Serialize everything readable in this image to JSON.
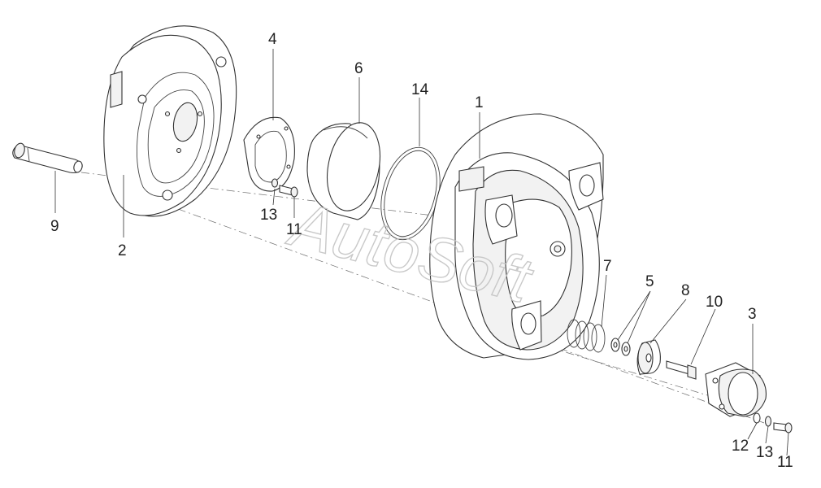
{
  "watermark": "AutoSoft",
  "callouts": {
    "p1": "1",
    "p2": "2",
    "p3": "3",
    "p4": "4",
    "p5": "5",
    "p6": "6",
    "p7": "7",
    "p8": "8",
    "p9": "9",
    "p10": "10",
    "p11a": "11",
    "p11b": "11",
    "p12": "12",
    "p13a": "13",
    "p13b": "13",
    "p14": "14"
  }
}
